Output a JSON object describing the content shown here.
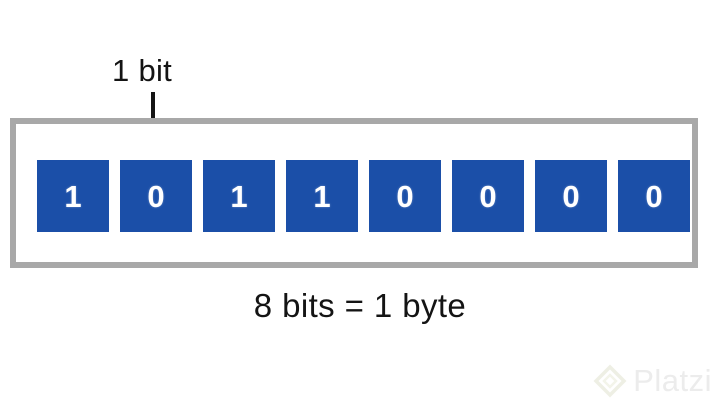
{
  "diagram": {
    "title_label": "1 bit",
    "caption": "8 bits = 1 byte",
    "callout": {
      "label": "1 bit",
      "arrow_icon": "arrow-down-icon",
      "points_to_bit_index": 1
    },
    "byte": {
      "bit_count": 8,
      "bits": [
        {
          "index": 0,
          "value": "1"
        },
        {
          "index": 1,
          "value": "0"
        },
        {
          "index": 2,
          "value": "1"
        },
        {
          "index": 3,
          "value": "1"
        },
        {
          "index": 4,
          "value": "0"
        },
        {
          "index": 5,
          "value": "0"
        },
        {
          "index": 6,
          "value": "0"
        },
        {
          "index": 7,
          "value": "0"
        }
      ]
    }
  },
  "watermark": {
    "brand": "Platzi",
    "logo_icon": "platzi-diamond-icon"
  },
  "colors": {
    "background": "#ffffff",
    "bit_fill": "#1b4fa8",
    "bit_text": "#ffffff",
    "container_border": "#a8a8a8",
    "text": "#141414",
    "watermark_text": "#ececec",
    "watermark_logo": "#eeefe4"
  }
}
